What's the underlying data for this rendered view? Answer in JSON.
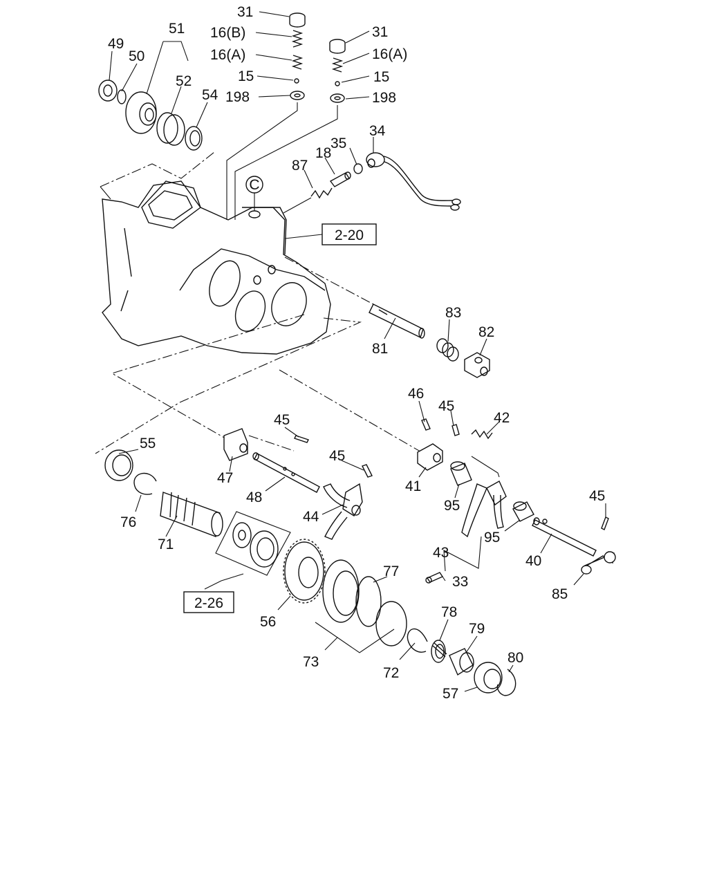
{
  "callouts": [
    {
      "id": "c31a",
      "text": "31"
    },
    {
      "id": "c16b",
      "text": "16(B)"
    },
    {
      "id": "c16a",
      "text": "16(A)"
    },
    {
      "id": "c15a",
      "text": "15"
    },
    {
      "id": "c198a",
      "text": "198"
    },
    {
      "id": "c31b",
      "text": "31"
    },
    {
      "id": "c16a2",
      "text": "16(A)"
    },
    {
      "id": "c15b",
      "text": "15"
    },
    {
      "id": "c198b",
      "text": "198"
    },
    {
      "id": "c49",
      "text": "49"
    },
    {
      "id": "c50",
      "text": "50"
    },
    {
      "id": "c51",
      "text": "51"
    },
    {
      "id": "c52",
      "text": "52"
    },
    {
      "id": "c54",
      "text": "54"
    },
    {
      "id": "c34",
      "text": "34"
    },
    {
      "id": "c35",
      "text": "35"
    },
    {
      "id": "c18",
      "text": "18"
    },
    {
      "id": "c87",
      "text": "87"
    },
    {
      "id": "c83",
      "text": "83"
    },
    {
      "id": "c82",
      "text": "82"
    },
    {
      "id": "c81",
      "text": "81"
    },
    {
      "id": "c46",
      "text": "46"
    },
    {
      "id": "c45a",
      "text": "45"
    },
    {
      "id": "c42",
      "text": "42"
    },
    {
      "id": "c45b",
      "text": "45"
    },
    {
      "id": "c55",
      "text": "55"
    },
    {
      "id": "c47",
      "text": "47"
    },
    {
      "id": "c45c",
      "text": "45"
    },
    {
      "id": "c41",
      "text": "41"
    },
    {
      "id": "c48",
      "text": "48"
    },
    {
      "id": "c44",
      "text": "44"
    },
    {
      "id": "c95a",
      "text": "95"
    },
    {
      "id": "c45d",
      "text": "45"
    },
    {
      "id": "c76",
      "text": "76"
    },
    {
      "id": "c71",
      "text": "71"
    },
    {
      "id": "c95b",
      "text": "95"
    },
    {
      "id": "c40",
      "text": "40"
    },
    {
      "id": "c43",
      "text": "43"
    },
    {
      "id": "c77",
      "text": "77"
    },
    {
      "id": "c33",
      "text": "33"
    },
    {
      "id": "c85",
      "text": "85"
    },
    {
      "id": "c56",
      "text": "56"
    },
    {
      "id": "c78",
      "text": "78"
    },
    {
      "id": "c79",
      "text": "79"
    },
    {
      "id": "c80",
      "text": "80"
    },
    {
      "id": "c73",
      "text": "73"
    },
    {
      "id": "c72",
      "text": "72"
    },
    {
      "id": "c57",
      "text": "57"
    }
  ],
  "references": {
    "ref_2_20": "2-20",
    "ref_2_26": "2-26",
    "circle_c": "C"
  }
}
